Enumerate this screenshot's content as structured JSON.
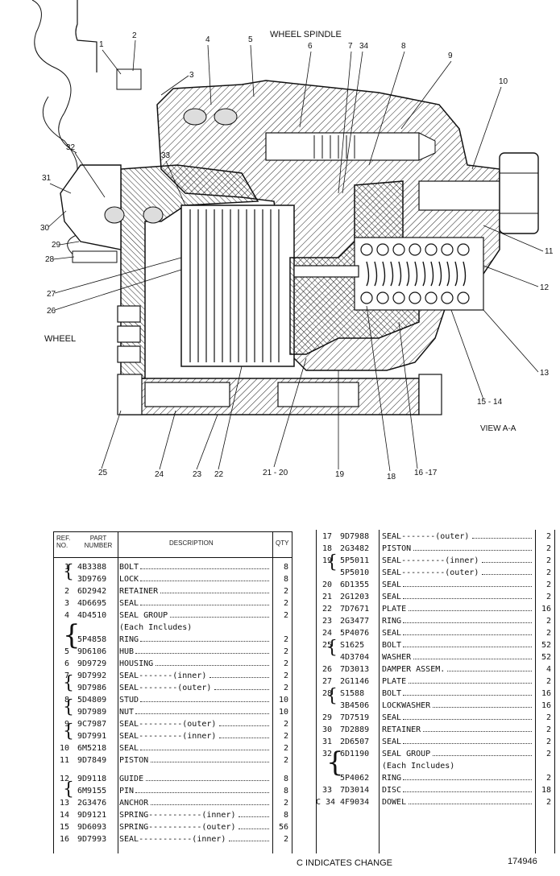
{
  "drawing": {
    "title": "WHEEL SPINDLE",
    "wheel_label": "WHEEL",
    "view_label": "VIEW A-A",
    "callouts": [
      "1",
      "2",
      "3",
      "4",
      "5",
      "6",
      "7",
      "34",
      "8",
      "9",
      "10",
      "32",
      "33",
      "31",
      "30",
      "29",
      "28",
      "27",
      "26",
      "11",
      "12",
      "13",
      "15 - 14",
      "25",
      "24",
      "23",
      "22",
      "21 - 20",
      "19",
      "18",
      "16 -17"
    ]
  },
  "table": {
    "headers": {
      "ref": "REF. NO.",
      "part": "PART NUMBER",
      "desc": "DESCRIPTION",
      "qty": "QTY"
    },
    "left_rows": [
      {
        "ref": "1",
        "part": "4B3388",
        "desc": "BOLT",
        "qty": "8"
      },
      {
        "ref": "",
        "part": "3D9769",
        "desc": "LOCK",
        "qty": "8"
      },
      {
        "ref": "2",
        "part": "6D2942",
        "desc": "RETAINER",
        "qty": "2"
      },
      {
        "ref": "3",
        "part": "4D6695",
        "desc": "SEAL",
        "qty": "2"
      },
      {
        "ref": "4",
        "part": "4D4510",
        "desc": "SEAL GROUP",
        "qty": "2"
      },
      {
        "ref": "",
        "part": "",
        "desc": "(Each Includes)",
        "qty": ""
      },
      {
        "ref": "",
        "part": "5P4858",
        "desc": "RING",
        "qty": "2"
      },
      {
        "ref": "5",
        "part": "9D6106",
        "desc": "HUB",
        "qty": "2"
      },
      {
        "ref": "6",
        "part": "9D9729",
        "desc": "HOUSING",
        "qty": "2"
      },
      {
        "ref": "7",
        "part": "9D7992",
        "desc": "SEAL-------(inner)",
        "qty": "2"
      },
      {
        "ref": "",
        "part": "9D7986",
        "desc": "SEAL--------(outer)",
        "qty": "2"
      },
      {
        "ref": "8",
        "part": "5D4809",
        "desc": "STUD",
        "qty": "10"
      },
      {
        "ref": "",
        "part": "9D7989",
        "desc": "NUT",
        "qty": "10"
      },
      {
        "ref": "9",
        "part": "9C7987",
        "desc": "SEAL---------(outer)",
        "qty": "2"
      },
      {
        "ref": "",
        "part": "9D7991",
        "desc": "SEAL---------(inner)",
        "qty": "2"
      },
      {
        "ref": "10",
        "part": "6M5218",
        "desc": "SEAL",
        "qty": "2"
      },
      {
        "ref": "11",
        "part": "9D7849",
        "desc": "PISTON",
        "qty": "2"
      },
      {
        "ref": "12",
        "part": "9D9118",
        "desc": "GUIDE",
        "qty": "8"
      },
      {
        "ref": "",
        "part": "6M9155",
        "desc": "PIN",
        "qty": "8"
      },
      {
        "ref": "13",
        "part": "2G3476",
        "desc": "ANCHOR",
        "qty": "2"
      },
      {
        "ref": "14",
        "part": "9D9121",
        "desc": "SPRING-----------(inner)",
        "qty": "8"
      },
      {
        "ref": "15",
        "part": "9D6093",
        "desc": "SPRING-----------(outer)",
        "qty": "56"
      },
      {
        "ref": "16",
        "part": "9D7993",
        "desc": "SEAL-----------(inner)",
        "qty": "2"
      }
    ],
    "right_rows": [
      {
        "ref": "17",
        "part": "9D7988",
        "desc": "SEAL-------(outer)",
        "qty": "2"
      },
      {
        "ref": "18",
        "part": "2G3482",
        "desc": "PISTON",
        "qty": "2"
      },
      {
        "ref": "19",
        "part": "5P5011",
        "desc": "SEAL---------(inner)",
        "qty": "2"
      },
      {
        "ref": "",
        "part": "5P5010",
        "desc": "SEAL---------(outer)",
        "qty": "2"
      },
      {
        "ref": "20",
        "part": "6D1355",
        "desc": "SEAL",
        "qty": "2"
      },
      {
        "ref": "21",
        "part": "2G1203",
        "desc": "SEAL",
        "qty": "2"
      },
      {
        "ref": "22",
        "part": "7D7671",
        "desc": "PLATE",
        "qty": "16"
      },
      {
        "ref": "23",
        "part": "2G3477",
        "desc": "RING",
        "qty": "2"
      },
      {
        "ref": "24",
        "part": "5P4076",
        "desc": "SEAL",
        "qty": "2"
      },
      {
        "ref": "25",
        "part": "S1625",
        "desc": "BOLT",
        "qty": "52"
      },
      {
        "ref": "",
        "part": "4D3704",
        "desc": "WASHER",
        "qty": "52"
      },
      {
        "ref": "26",
        "part": "7D3013",
        "desc": "DAMPER ASSEM.",
        "qty": "4"
      },
      {
        "ref": "27",
        "part": "2G1146",
        "desc": "PLATE",
        "qty": "2"
      },
      {
        "ref": "28",
        "part": "S1588",
        "desc": "BOLT",
        "qty": "16"
      },
      {
        "ref": "",
        "part": "3B4506",
        "desc": "LOCKWASHER",
        "qty": "16"
      },
      {
        "ref": "29",
        "part": "7D7519",
        "desc": "SEAL",
        "qty": "2"
      },
      {
        "ref": "30",
        "part": "7D2889",
        "desc": "RETAINER",
        "qty": "2"
      },
      {
        "ref": "31",
        "part": "2D6507",
        "desc": "SEAL",
        "qty": "2"
      },
      {
        "ref": "32",
        "part": "6D1190",
        "desc": "SEAL GROUP",
        "qty": "2"
      },
      {
        "ref": "",
        "part": "",
        "desc": "(Each Includes)",
        "qty": ""
      },
      {
        "ref": "",
        "part": "5P4062",
        "desc": "RING",
        "qty": "2"
      },
      {
        "ref": "33",
        "part": "7D3014",
        "desc": "DISC",
        "qty": "18"
      },
      {
        "ref": "C 34",
        "part": "4F9034",
        "desc": "DOWEL",
        "qty": "2"
      }
    ]
  },
  "footer": {
    "change_note": "C INDICATES CHANGE",
    "drawing_number": "174946"
  }
}
